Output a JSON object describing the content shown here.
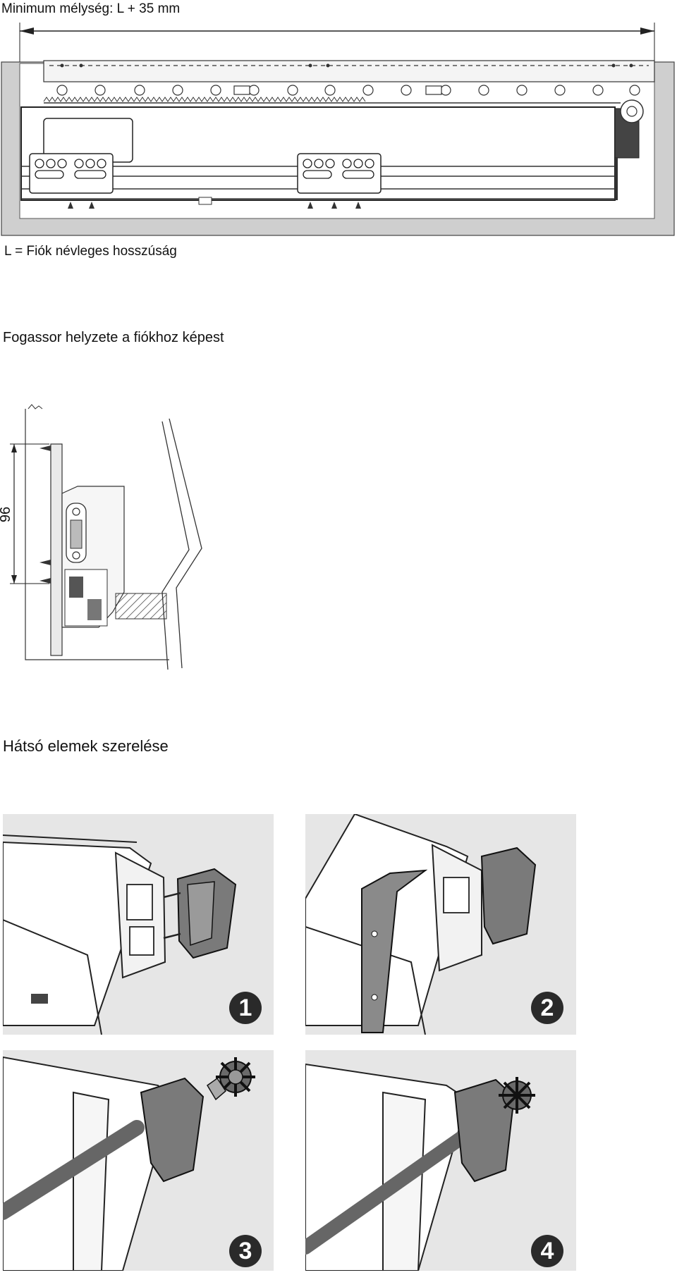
{
  "header": {
    "min_depth_label": "Minimum mélység: L + 35 mm",
    "legend_l": "L = Fiók névleges hosszúság"
  },
  "section2": {
    "title": "Fogassor helyzete a fiókhoz képest",
    "dimension": "96"
  },
  "section3": {
    "title": "Hátsó elemek szerelése",
    "steps": [
      "1",
      "2",
      "3",
      "4"
    ]
  }
}
